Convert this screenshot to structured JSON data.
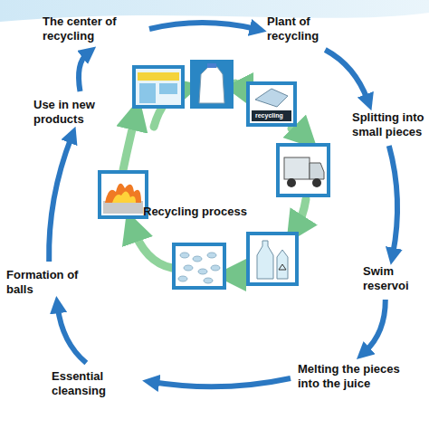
{
  "diagram": {
    "nodes": [
      {
        "text": [
          "The center of recycling"
        ]
      },
      {
        "text": [
          "Plant of recycling"
        ]
      },
      {
        "text": [
          "Splitting into small pieces"
        ]
      },
      {
        "text": [
          "Swim reservoi"
        ]
      },
      {
        "text": [
          "Melting the pieces into the juice"
        ]
      },
      {
        "text": [
          "Essential cleansing"
        ]
      },
      {
        "text": [
          "Formation of balls"
        ]
      },
      {
        "text": [
          "Use in new products"
        ]
      }
    ],
    "edges": [
      {
        "from": 0,
        "to": 1,
        "arrow": "to"
      },
      {
        "from": 1,
        "to": 2,
        "arrow": "to"
      },
      {
        "from": 2,
        "to": 3,
        "arrow": "to"
      },
      {
        "from": 3,
        "to": 4,
        "arrow": "to"
      },
      {
        "from": 4,
        "to": 5,
        "arrow": "to"
      },
      {
        "from": 5,
        "to": 6,
        "arrow": "to"
      },
      {
        "from": 6,
        "to": 7,
        "arrow": "to"
      },
      {
        "from": 7,
        "to": 0,
        "arrow": "to"
      }
    ],
    "labels": [
      "Recycling process",
      "recycling"
    ]
  }
}
